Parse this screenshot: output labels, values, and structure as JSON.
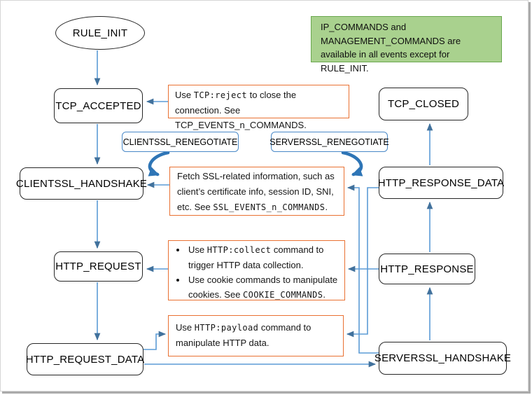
{
  "diagram": {
    "kind": "event-flow-state-diagram",
    "colors": {
      "arrow_line": "#5b9bd5",
      "arrow_head": "#41719c",
      "thick_curve_arrow": "#2e75b6",
      "note_border": "#e97132",
      "node_border": "#262626",
      "renegotiate_border": "#4a89c8",
      "info_box_fill": "#a9d18e",
      "info_box_border": "#6aa84f"
    }
  },
  "nodes": {
    "rule_init": {
      "label": "RULE_INIT"
    },
    "tcp_accepted": {
      "label": "TCP_ACCEPTED"
    },
    "clientssl_handshake": {
      "label": "CLIENTSSL_HANDSHAKE"
    },
    "http_request": {
      "label": "HTTP_REQUEST"
    },
    "http_request_data": {
      "label": "HTTP_REQUEST_DATA"
    },
    "tcp_closed": {
      "label": "TCP_CLOSED"
    },
    "http_response_data": {
      "label": "HTTP_RESPONSE_DATA"
    },
    "http_response": {
      "label": "HTTP_RESPONSE"
    },
    "serverssl_handshake": {
      "label": "SERVERSSL_HANDSHAKE"
    },
    "clientssl_renegotiate": {
      "label": "CLIENTSSL_RENEGOTIATE"
    },
    "serverssl_renegotiate": {
      "label": "SERVERSSL_RENEGOTIATE"
    }
  },
  "notes": {
    "info": {
      "text": "IP_COMMANDS and MANAGEMENT_COMMANDS are available in all events except for RULE_INIT."
    },
    "tcp": {
      "pre": "Use ",
      "code": "TCP:reject",
      "post": " to close the connection. See TCP_EVENTS_n_COMMANDS."
    },
    "ssl": {
      "pre": "Fetch SSL-related information, such as client’s certificate info, session ID, SNI, etc. See ",
      "code": "SSL_EVENTS_n_COMMANDS",
      "post": "."
    },
    "http_collect_bullet": {
      "pre": "Use ",
      "code": "HTTP:collect",
      "post": " command to trigger HTTP data collection."
    },
    "cookie_bullet": {
      "pre": "Use cookie commands to manipulate cookies. See ",
      "code": "COOKIE_COMMANDS",
      "post": "."
    },
    "payload": {
      "pre": "Use ",
      "code": "HTTP:payload",
      "post": " command to manipulate HTTP data."
    }
  },
  "edges": [
    "RULE_INIT -> TCP_ACCEPTED",
    "TCP_ACCEPTED -> CLIENTSSL_HANDSHAKE",
    "CLIENTSSL_HANDSHAKE -> HTTP_REQUEST",
    "HTTP_REQUEST -> HTTP_REQUEST_DATA",
    "HTTP_REQUEST_DATA -> SERVERSSL_HANDSHAKE",
    "SERVERSSL_HANDSHAKE -> HTTP_RESPONSE",
    "HTTP_RESPONSE -> HTTP_RESPONSE_DATA",
    "HTTP_RESPONSE_DATA -> TCP_CLOSED",
    "tcp-note -> TCP_ACCEPTED",
    "ssl-note -> CLIENTSSL_HANDSHAKE",
    "cookie-note -> HTTP_REQUEST",
    "HTTP_REQUEST_DATA -> payload-note",
    "HTTP_RESPONSE_DATA -> payload-note",
    "HTTP_RESPONSE -> cookie-note",
    "SERVERSSL_HANDSHAKE -> ssl-note",
    "CLIENTSSL_RENEGOTIATE -> ssl-note",
    "SERVERSSL_RENEGOTIATE -> ssl-note"
  ]
}
